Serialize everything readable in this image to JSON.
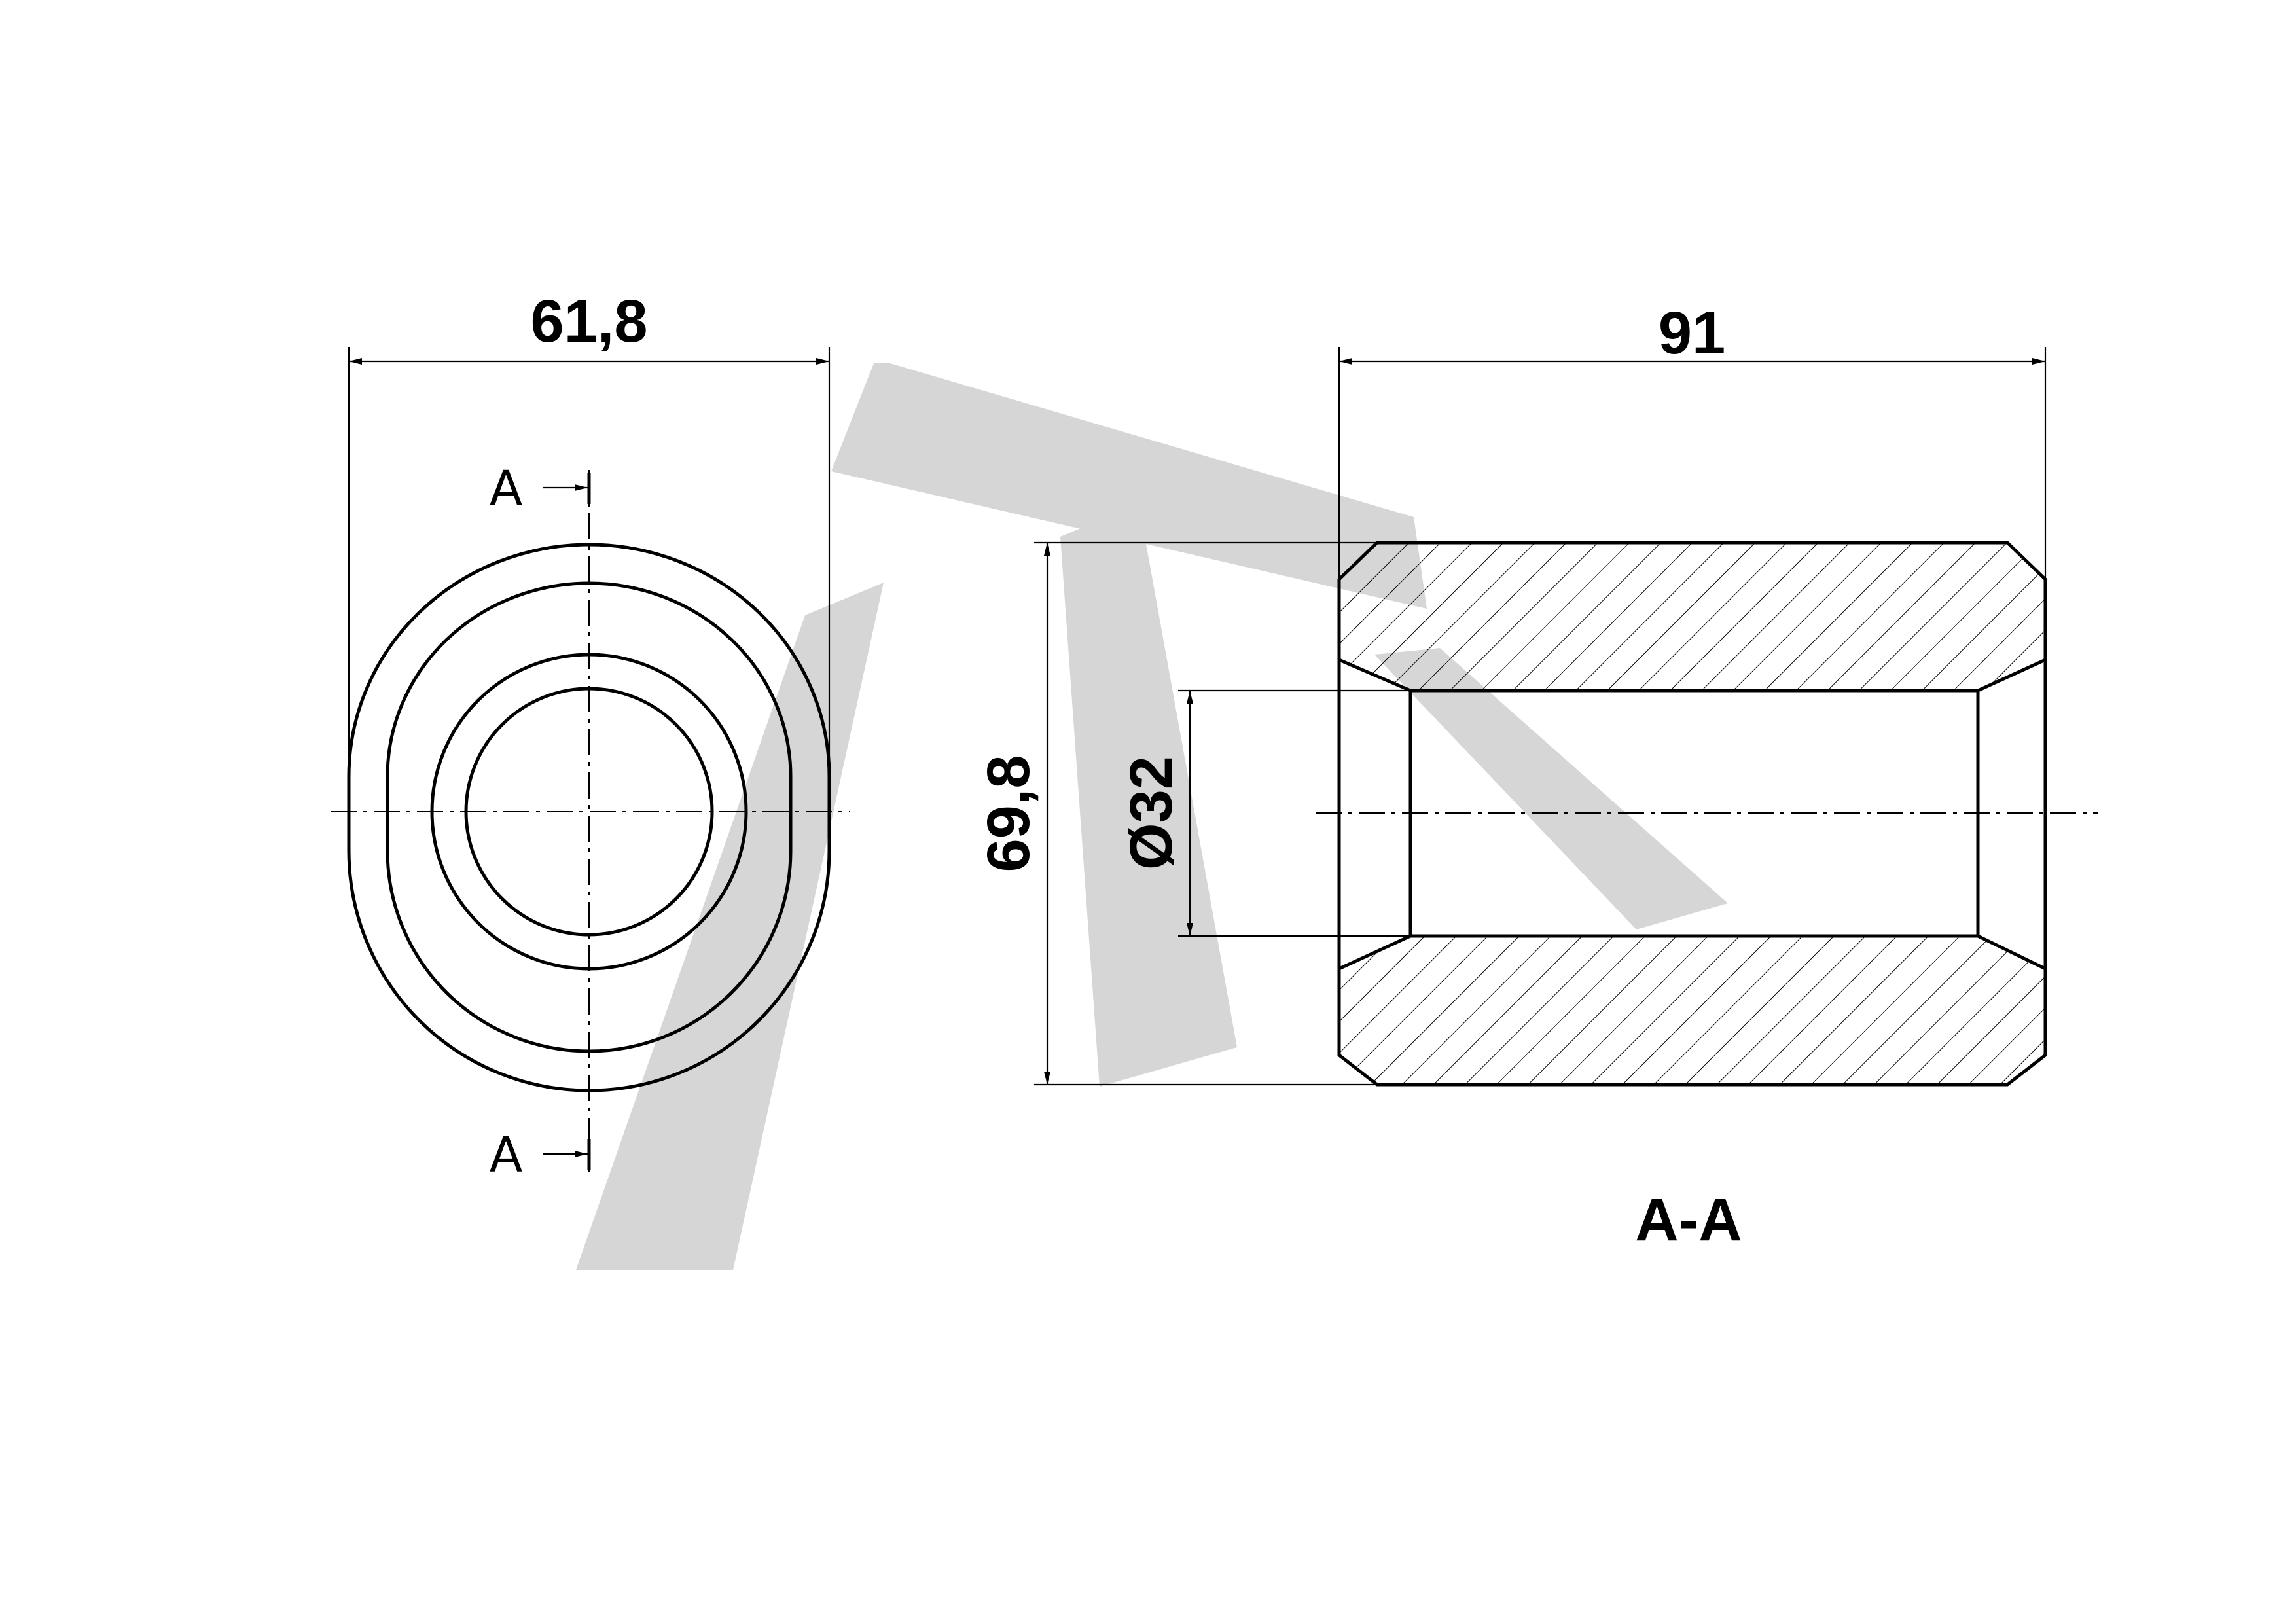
{
  "drawing": {
    "front_view": {
      "width_dimension": "61,8",
      "section_marker_top": "A",
      "section_marker_bottom": "A"
    },
    "section_view": {
      "length_dimension": "91",
      "height_dimension": "69,8",
      "bore_dimension": "Ø32",
      "section_label": "A-A"
    }
  },
  "watermark": {
    "color": "#d6d6d6",
    "mark": "JT logo"
  },
  "colors": {
    "line": "#000000",
    "background": "#ffffff"
  }
}
